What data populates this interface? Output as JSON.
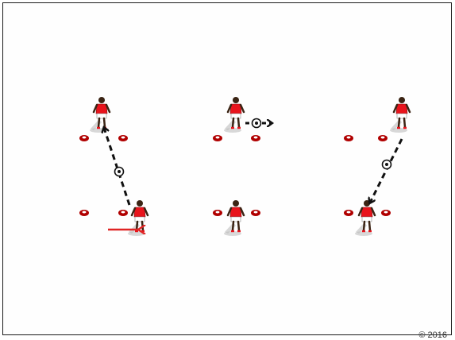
{
  "drill": {
    "colors": {
      "cone": "#b00000",
      "shirt": "#e8141c",
      "shorts": "#ffffff",
      "skin": "#3b2414",
      "pass_arrow": "#111111",
      "run_arrow": "#e02424",
      "ball": "#ffffff"
    },
    "players": [
      {
        "name": "player-top-left",
        "pose": "receiving",
        "team": "red"
      },
      {
        "name": "player-bottom-left",
        "pose": "passing",
        "team": "red"
      },
      {
        "name": "player-top-middle",
        "pose": "dribbling",
        "team": "red"
      },
      {
        "name": "player-bottom-middle",
        "pose": "standing",
        "team": "red"
      },
      {
        "name": "player-top-right",
        "pose": "passing",
        "team": "red"
      },
      {
        "name": "player-bottom-right",
        "pose": "receiving",
        "team": "red"
      }
    ],
    "arrows": [
      {
        "name": "pass-left",
        "style": "dashed",
        "meaning": "pass"
      },
      {
        "name": "dribble-middle",
        "style": "dashed",
        "meaning": "dribble"
      },
      {
        "name": "pass-right",
        "style": "dashed",
        "meaning": "pass"
      },
      {
        "name": "run-left",
        "style": "solid",
        "meaning": "run"
      }
    ],
    "icons": [
      "cone-icon",
      "ball-icon",
      "player-icon"
    ]
  },
  "footer": {
    "credit": "© 2016"
  }
}
